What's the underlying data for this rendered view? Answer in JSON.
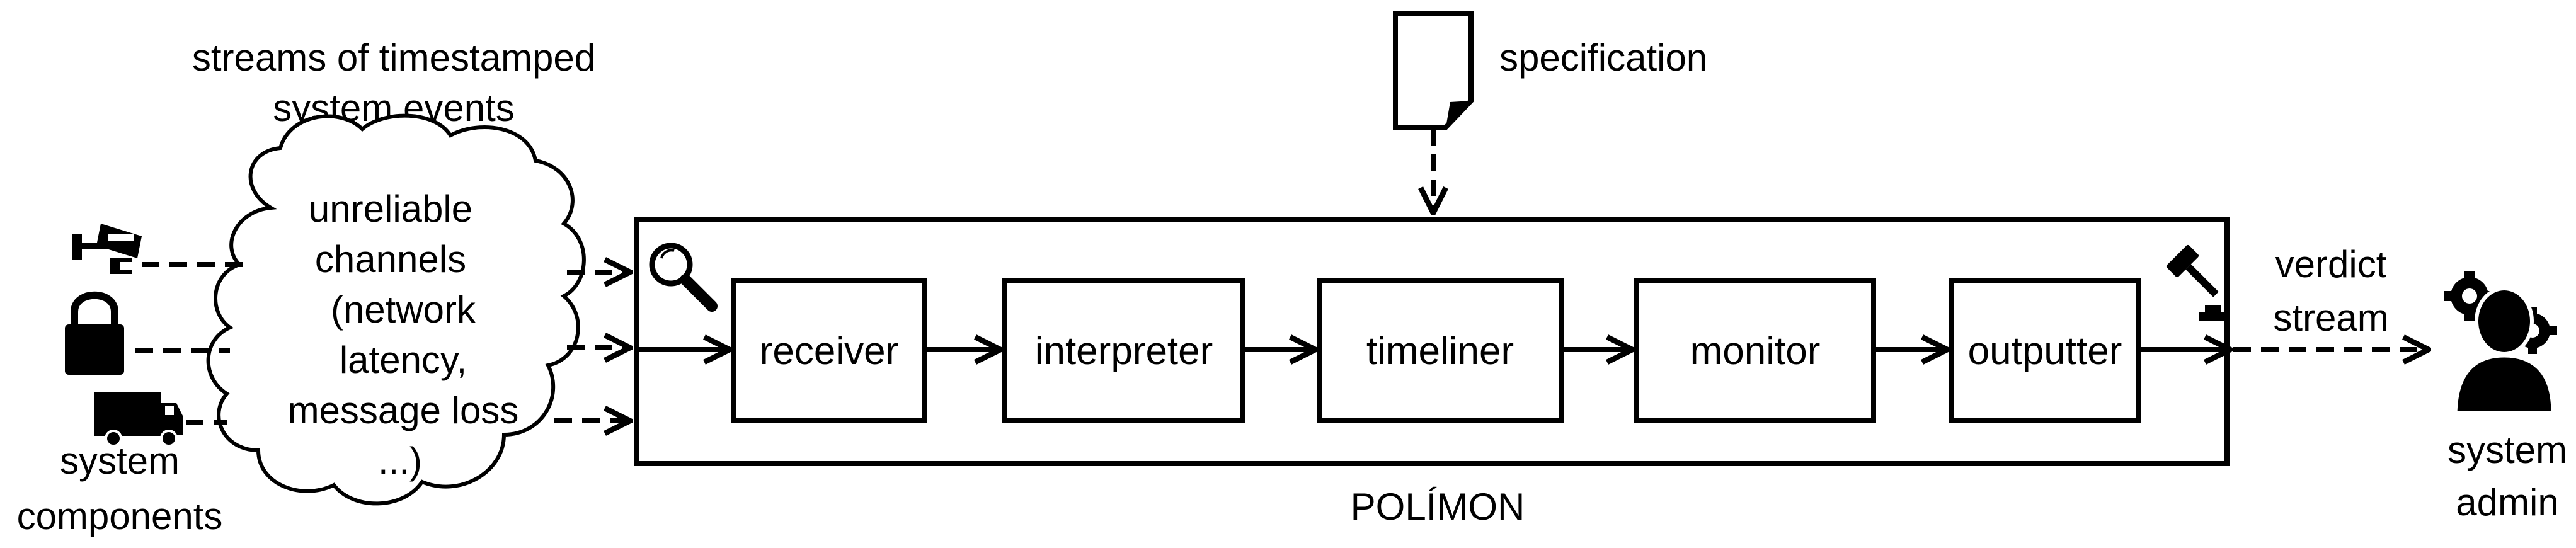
{
  "labels": {
    "streams_line1": "streams of timestamped",
    "streams_line2": "system events",
    "cloud_line1": "unreliable",
    "cloud_line2": "channels",
    "cloud_line3": "(network",
    "cloud_line4": "latency,",
    "cloud_line5": "message loss",
    "cloud_line6": "...)",
    "specification": "specification",
    "components_line1": "system",
    "components_line2": "components",
    "verdict_line1": "verdict",
    "verdict_line2": "stream",
    "admin_line1": "system",
    "admin_line2": "admin",
    "tool_name": "POLÍMON"
  },
  "stages": [
    {
      "label": "receiver"
    },
    {
      "label": "interpreter"
    },
    {
      "label": "timeliner"
    },
    {
      "label": "monitor"
    },
    {
      "label": "outputter"
    }
  ],
  "icons": {
    "components": [
      "security-camera-icon",
      "padlock-icon",
      "truck-icon"
    ],
    "inspect": "magnifier-icon",
    "verdict": "gavel-icon",
    "specification": "document-icon",
    "admin": "admin-with-gears-icon"
  }
}
